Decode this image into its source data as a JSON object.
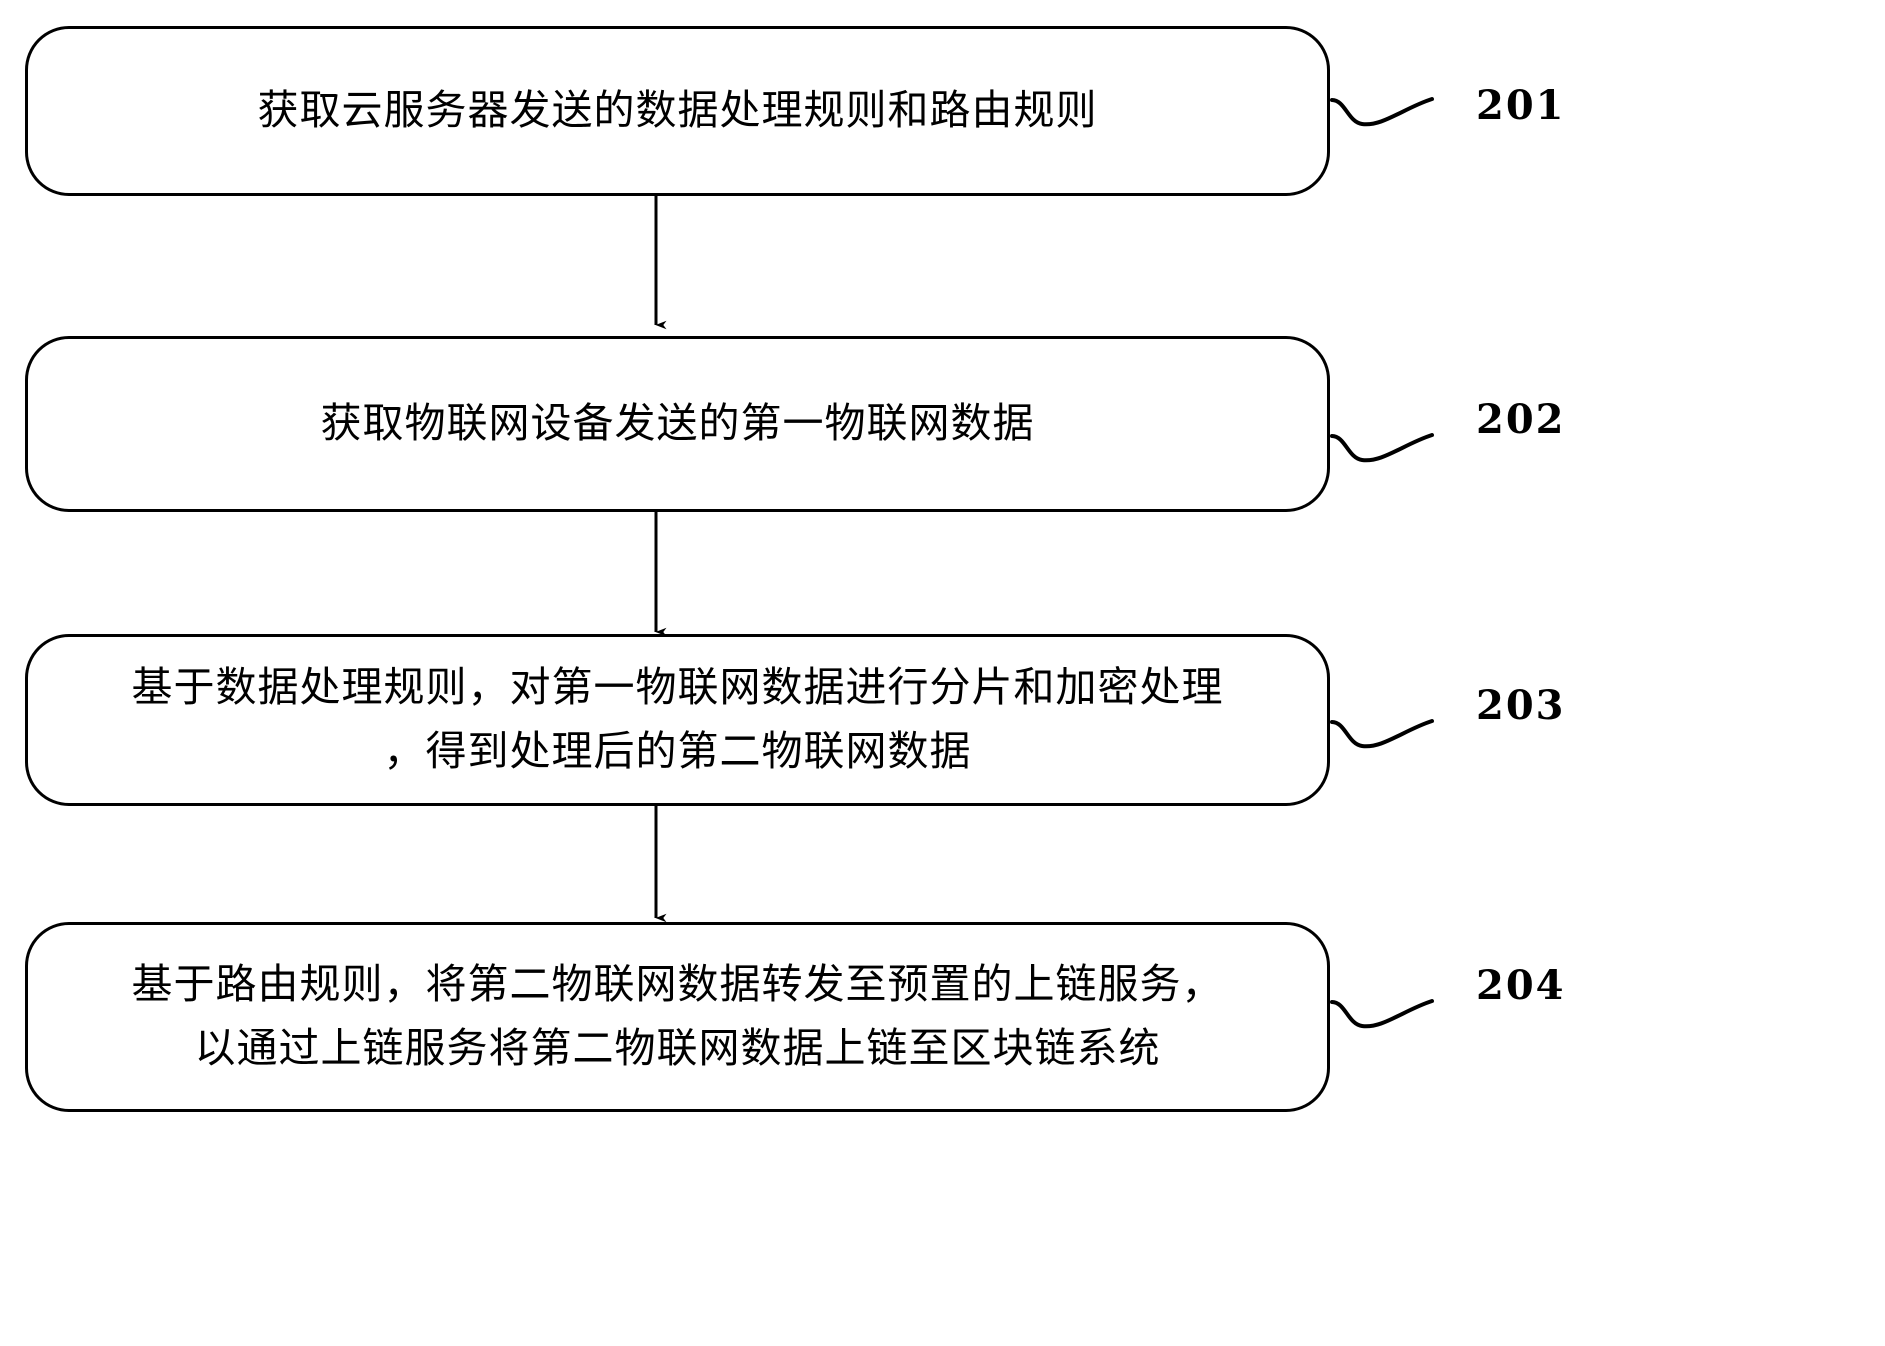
{
  "diagram": {
    "type": "flowchart",
    "orientation": "vertical",
    "background_color": "#ffffff",
    "line_color": "#000000",
    "nodes": [
      {
        "id": "step-201",
        "shape": "rounded-rectangle",
        "text": "获取云服务器发送的数据处理规则和路由规则",
        "label": "201"
      },
      {
        "id": "step-202",
        "shape": "rounded-rectangle",
        "text": "获取物联网设备发送的第一物联网数据",
        "label": "202"
      },
      {
        "id": "step-203",
        "shape": "rounded-rectangle",
        "text": "基于数据处理规则，对第一物联网数据进行分片和加密处理\n，得到处理后的第二物联网数据",
        "label": "203"
      },
      {
        "id": "step-204",
        "shape": "rounded-rectangle",
        "text": "基于路由规则，将第二物联网数据转发至预置的上链服务，\n以通过上链服务将第二物联网数据上链至区块链系统",
        "label": "204"
      }
    ],
    "connectors": [
      {
        "from": "step-201",
        "to": "step-202",
        "style": "arrow-down"
      },
      {
        "from": "step-202",
        "to": "step-203",
        "style": "arrow-down"
      },
      {
        "from": "step-203",
        "to": "step-204",
        "style": "arrow-down"
      }
    ],
    "leaders": [
      {
        "for": "step-201",
        "style": "wavy-leader-line"
      },
      {
        "for": "step-202",
        "style": "wavy-leader-line"
      },
      {
        "for": "step-203",
        "style": "wavy-leader-line"
      },
      {
        "for": "step-204",
        "style": "wavy-leader-line"
      }
    ]
  }
}
